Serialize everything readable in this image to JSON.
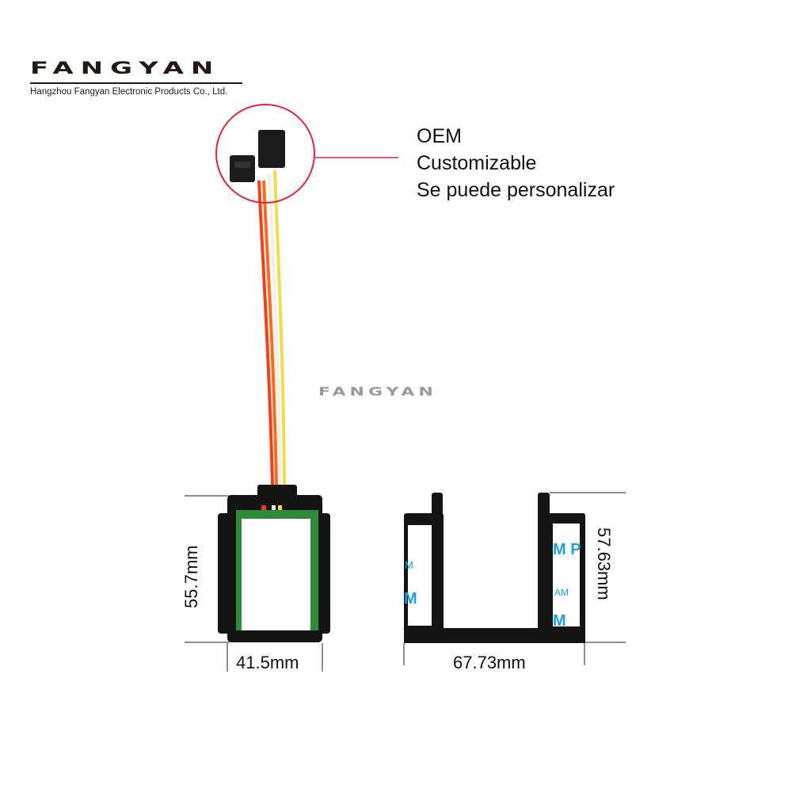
{
  "brand": {
    "logo_text": "FANGYAN",
    "company_name": "Hangzhou Fangyan Electronic Products Co., Ltd.",
    "watermark": "FANGYAN"
  },
  "callout": {
    "lines": [
      "OEM",
      "Customizable",
      "Se puede personalizar"
    ]
  },
  "dimensions": {
    "module_height": "55.7mm",
    "module_width": "41.5mm",
    "bracket_width": "67.73mm",
    "bracket_height": "57.63mm"
  },
  "colors": {
    "callout_circle": "#e0243c",
    "wire_red": "#f2401c",
    "wire_orange": "#ff6a1a",
    "wire_white": "#f4f0e8",
    "wire_yellow": "#f3dc4a",
    "pcb_green": "#2f8a3a",
    "tape_logo_blue": "#1ea0dc"
  }
}
